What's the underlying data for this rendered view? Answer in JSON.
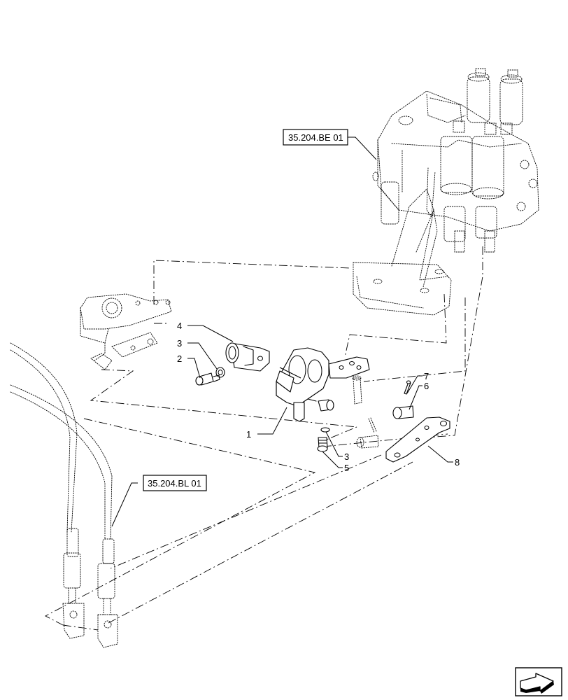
{
  "callouts": {
    "c1": "1",
    "c2": "2",
    "c3a": "3",
    "c3b": "3",
    "c4": "4",
    "c5": "5",
    "c6": "6",
    "c7": "7",
    "c8": "8"
  },
  "references": {
    "valve_ref": "35.204.BE 01",
    "hose_ref": "35.204.BL 01"
  },
  "icons": {
    "nav": "next-page-arrow-icon"
  }
}
